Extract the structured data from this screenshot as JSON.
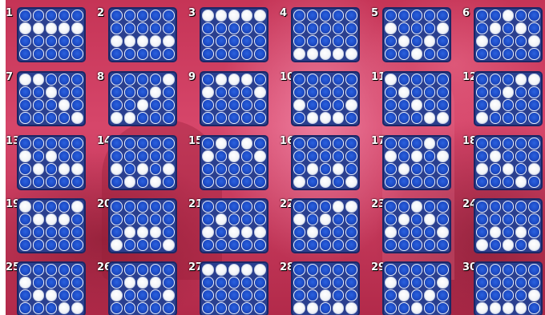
{
  "colors": {
    "background": "#c53456",
    "grid_frame": "#2a3f8f",
    "cell_off": "#1d4bc4",
    "cell_on": "#ffffff"
  },
  "paylines": [
    {
      "number": "1",
      "rows": [
        "00000",
        "11111",
        "00000",
        "00000"
      ]
    },
    {
      "number": "2",
      "rows": [
        "00000",
        "00000",
        "11111",
        "00000"
      ]
    },
    {
      "number": "3",
      "rows": [
        "11111",
        "00000",
        "00000",
        "00000"
      ]
    },
    {
      "number": "4",
      "rows": [
        "00000",
        "00000",
        "00000",
        "11111"
      ]
    },
    {
      "number": "5",
      "rows": [
        "00000",
        "10001",
        "01010",
        "00100"
      ]
    },
    {
      "number": "6",
      "rows": [
        "00100",
        "01010",
        "10001",
        "00000"
      ]
    },
    {
      "number": "7",
      "rows": [
        "11000",
        "00100",
        "00010",
        "00001"
      ]
    },
    {
      "number": "8",
      "rows": [
        "00001",
        "00010",
        "00100",
        "11000"
      ]
    },
    {
      "number": "9",
      "rows": [
        "01110",
        "10001",
        "00000",
        "00000"
      ]
    },
    {
      "number": "10",
      "rows": [
        "00000",
        "00000",
        "10001",
        "01110"
      ]
    },
    {
      "number": "11",
      "rows": [
        "10000",
        "01000",
        "00100",
        "00011"
      ]
    },
    {
      "number": "12",
      "rows": [
        "00011",
        "00100",
        "01000",
        "10000"
      ]
    },
    {
      "number": "13",
      "rows": [
        "00000",
        "10100",
        "01011",
        "00000"
      ]
    },
    {
      "number": "14",
      "rows": [
        "00000",
        "00000",
        "10101",
        "01010"
      ]
    },
    {
      "number": "15",
      "rows": [
        "01010",
        "10101",
        "00000",
        "00000"
      ]
    },
    {
      "number": "16",
      "rows": [
        "00000",
        "00000",
        "01010",
        "10101"
      ]
    },
    {
      "number": "17",
      "rows": [
        "00010",
        "10101",
        "01000",
        "00000"
      ]
    },
    {
      "number": "18",
      "rows": [
        "00000",
        "01000",
        "10101",
        "00010"
      ]
    },
    {
      "number": "19",
      "rows": [
        "10001",
        "01110",
        "00000",
        "00000"
      ]
    },
    {
      "number": "20",
      "rows": [
        "00000",
        "00000",
        "01110",
        "10001"
      ]
    },
    {
      "number": "21",
      "rows": [
        "00000",
        "01000",
        "10111",
        "00000"
      ]
    },
    {
      "number": "22",
      "rows": [
        "00011",
        "10100",
        "01000",
        "00000"
      ]
    },
    {
      "number": "23",
      "rows": [
        "00100",
        "01010",
        "10001",
        "00000"
      ]
    },
    {
      "number": "24",
      "rows": [
        "00000",
        "00000",
        "01010",
        "10101"
      ]
    },
    {
      "number": "25",
      "rows": [
        "00000",
        "10000",
        "01100",
        "00011"
      ]
    },
    {
      "number": "26",
      "rows": [
        "00000",
        "01110",
        "10001",
        "00000"
      ]
    },
    {
      "number": "27",
      "rows": [
        "11111",
        "00000",
        "00000",
        "00000"
      ]
    },
    {
      "number": "28",
      "rows": [
        "00000",
        "00000",
        "00100",
        "11011"
      ]
    },
    {
      "number": "29",
      "rows": [
        "00000",
        "10001",
        "01010",
        "00100"
      ]
    },
    {
      "number": "30",
      "rows": [
        "00000",
        "00000",
        "00001",
        "11110"
      ]
    }
  ]
}
